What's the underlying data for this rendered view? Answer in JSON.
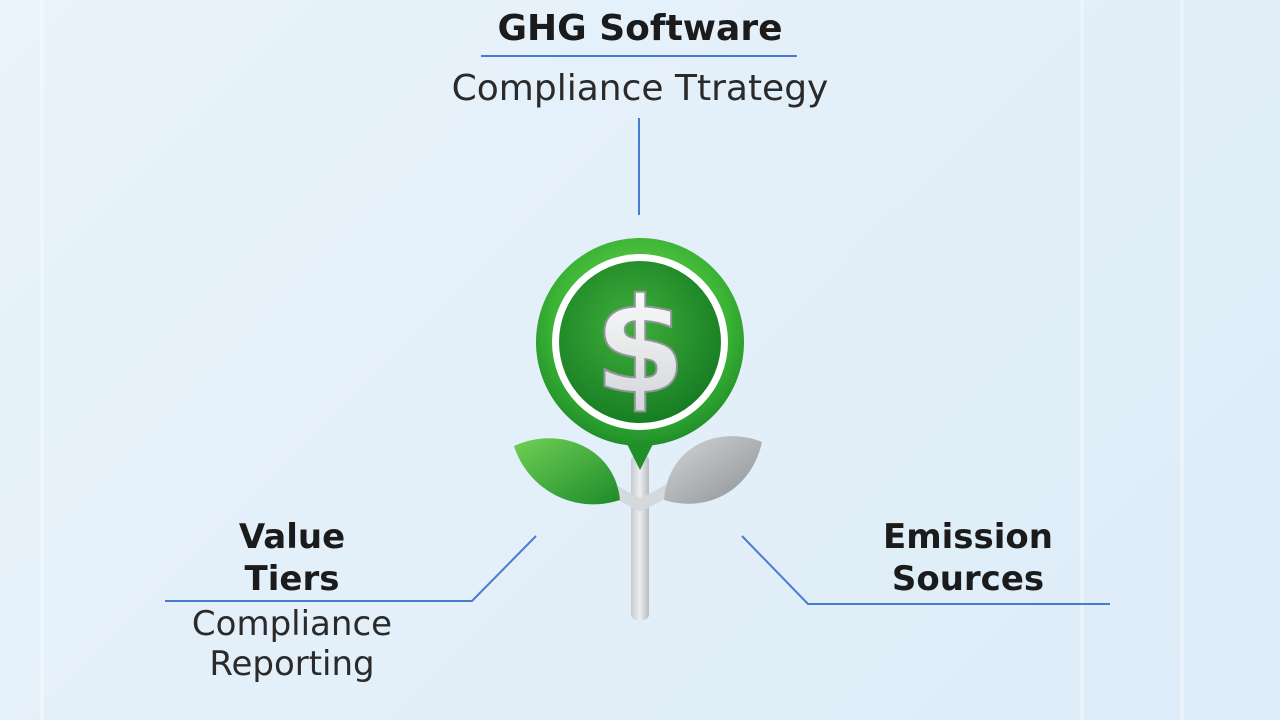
{
  "top_node": {
    "title": "GHG Software",
    "subtitle": "Compliance Ttrategy"
  },
  "left_node": {
    "title_line1": "Value",
    "title_line2": "Tiers",
    "sub_line1": "Compliance",
    "sub_line2": "Reporting"
  },
  "right_node": {
    "title_line1": "Emission",
    "title_line2": "Sources"
  },
  "center_icon": {
    "symbol": "$",
    "name": "money-plant-icon",
    "colors": {
      "green_dark": "#1f8f2a",
      "green_light": "#5fd04a",
      "leaf_gray": "#9ea3a6",
      "stem": "#d9dcdf"
    }
  },
  "connector_color": "#4a7bd4"
}
